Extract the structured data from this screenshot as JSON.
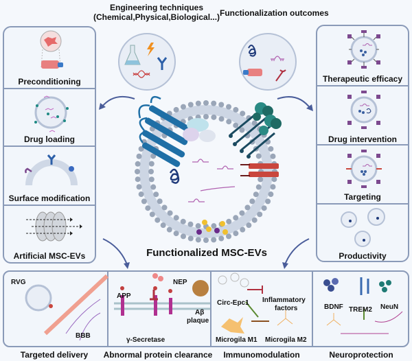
{
  "header": {
    "engineering_title": "Engineering techniques",
    "engineering_subtitle": "(Chemical,Physical,Biological...)",
    "outcomes_title": "Functionalization outcomes"
  },
  "center": {
    "title": "Functionalized MSC-EVs"
  },
  "left_panel": {
    "items": [
      {
        "label": "Preconditioning",
        "icon": "cell-culture-flask-icon"
      },
      {
        "label": "Drug loading",
        "icon": "vesicle-drug-icon"
      },
      {
        "label": "Surface modification",
        "icon": "membrane-receptor-icon"
      },
      {
        "label": "Artificial MSC-EVs",
        "icon": "extrusion-membrane-icon"
      }
    ]
  },
  "right_panel": {
    "items": [
      {
        "label": "Therapeutic efficacy",
        "icon": "vesicle-receptors-icon"
      },
      {
        "label": "Drug intervention",
        "icon": "vesicle-drug-icon"
      },
      {
        "label": "Targeting",
        "icon": "vesicle-targeting-icon"
      },
      {
        "label": "Productivity",
        "icon": "multiple-vesicles-icon"
      }
    ]
  },
  "bottom_panel": {
    "sections": [
      {
        "label": "Targeted delivery",
        "annotations": [
          "RVG",
          "BBB"
        ]
      },
      {
        "label": "Abnormal protein clearance",
        "annotations": [
          "NEP",
          "APP",
          "Aβ",
          "plaque",
          "γ-Secretase"
        ]
      },
      {
        "label": "Immunomodulation",
        "annotations": [
          "Circ-Epc1",
          "Inflammatory",
          "factors",
          "Microgila M1",
          "Microgila M2"
        ]
      },
      {
        "label": "Neuroprotection",
        "annotations": [
          "BDNF",
          "TREM2",
          "NeuN"
        ]
      }
    ]
  },
  "colors": {
    "panel_border": "#8a9ab8",
    "panel_bg": "#f2f6fb",
    "arrow": "#4a5d9a",
    "lipid": "#9aa6b8",
    "protein_blue": "#1f6fa6",
    "glycan_teal": "#2a8a84",
    "receptor_red": "#c9463d",
    "rna_pink": "#b061b0",
    "receptor_purple": "#7d4a8f"
  }
}
